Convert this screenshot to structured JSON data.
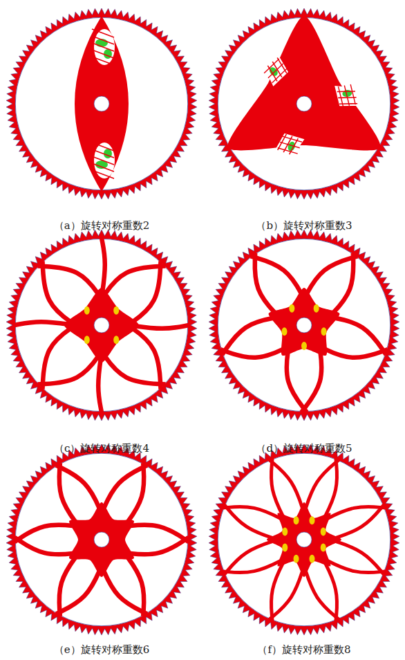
{
  "diagram": {
    "labels": [
      "（a）旋转对称重数2",
      "（b）旋转对称重数3",
      "（c）旋转对称重数4",
      "（d）旋转对称重数5",
      "（e）旋转对称重数6",
      "（f）旋转对称重数8"
    ]
  }
}
